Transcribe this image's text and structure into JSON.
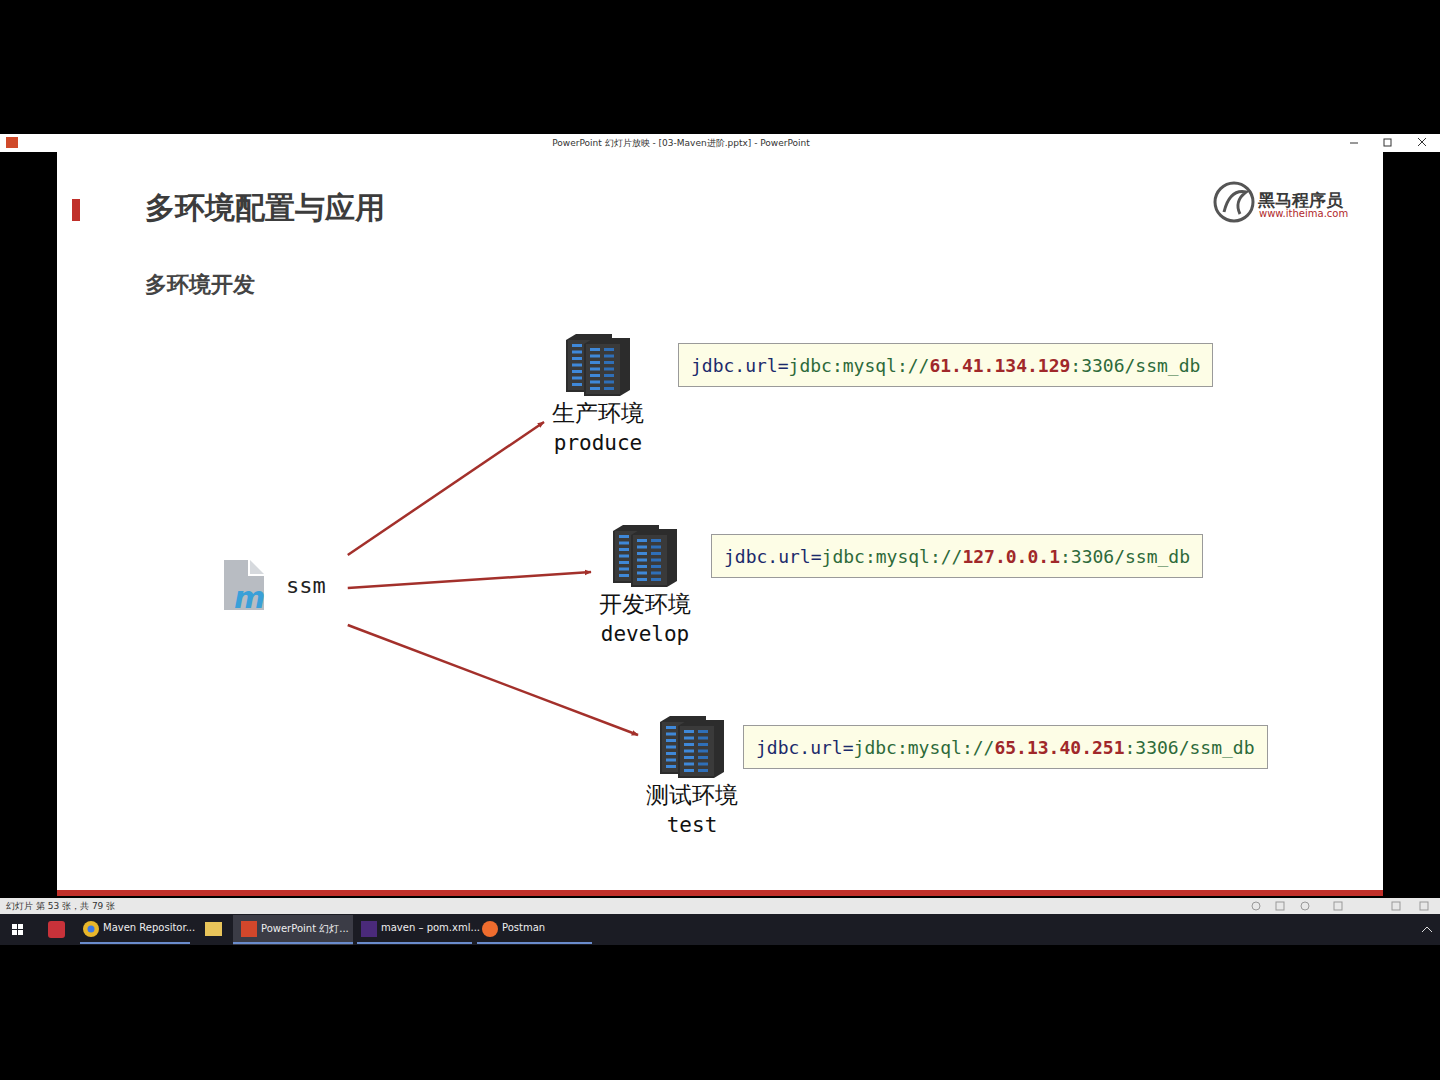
{
  "diagram": {
    "title": "多环境配置与应用",
    "nodes": [
      {
        "text": [
          "ssm"
        ]
      },
      {
        "text": [
          "生产环境",
          "produce"
        ]
      },
      {
        "text": [
          "jdbc.url=",
          "jdbc:mysql://",
          "61.41.134.129",
          ":3306/ssm_db"
        ]
      },
      {
        "text": [
          "开发环境",
          "develop"
        ]
      },
      {
        "text": [
          "jdbc.url=",
          "jdbc:mysql://",
          "127.0.0.1",
          ":3306/ssm_db"
        ]
      },
      {
        "text": [
          "测试环境",
          "test"
        ]
      },
      {
        "text": [
          "jdbc.url=",
          "jdbc:mysql://",
          "65.13.40.251",
          ":3306/ssm_db"
        ]
      }
    ],
    "edges": [
      {
        "from": 0,
        "to": 1,
        "arrow": "to"
      },
      {
        "from": 0,
        "to": 3,
        "arrow": "to"
      },
      {
        "from": 0,
        "to": 5,
        "arrow": "to"
      }
    ],
    "labels": [
      "PowerPoint 幻灯片放映 - [03-Maven进阶.pptx] - PowerPoint",
      "黑马程序员",
      "www.itheima.com",
      "多环境开发",
      "幻灯片 第 53 张，共 79 张",
      "Maven Repositor...",
      "PowerPoint 幻灯...",
      "maven – pom.xml...",
      "Postman"
    ]
  }
}
